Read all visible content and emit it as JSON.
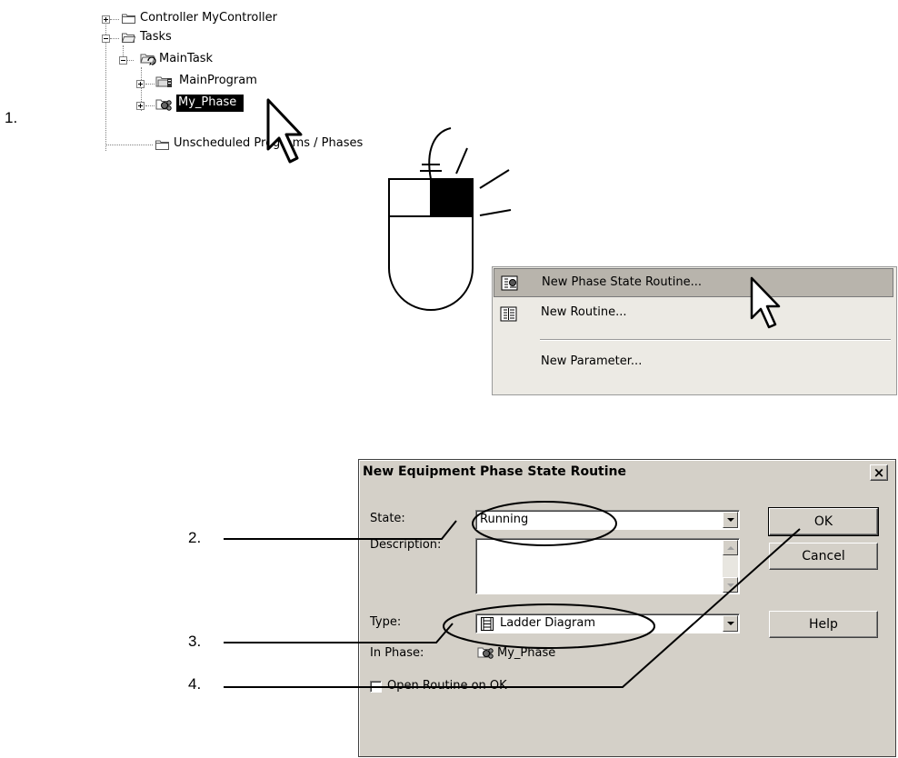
{
  "tree": {
    "items": [
      {
        "label": "Controller MyController"
      },
      {
        "label": "Tasks"
      },
      {
        "label": "MainTask"
      },
      {
        "label": "MainProgram"
      },
      {
        "label": "My_Phase"
      },
      {
        "label": "Unscheduled Programs / Phases"
      }
    ]
  },
  "steps": [
    "1.",
    "2.",
    "3.",
    "4."
  ],
  "context_menu": {
    "items": [
      {
        "label": "New Phase State Routine...",
        "icon": "phase-state-routine-icon",
        "highlighted": true
      },
      {
        "label": "New Routine...",
        "icon": "routine-icon"
      },
      {
        "label": "New Parameter..."
      }
    ]
  },
  "dialog": {
    "title": "New Equipment Phase State Routine",
    "close_symbol": "×",
    "state_label": "State:",
    "state_value": "Running",
    "description_label": "Description:",
    "description_value": "",
    "type_label": "Type:",
    "type_value": "Ladder Diagram",
    "in_phase_label": "In Phase:",
    "in_phase_value": "My_Phase",
    "open_routine_label": "Open Routine on OK",
    "open_routine_checked": false,
    "ok_label": "OK",
    "cancel_label": "Cancel",
    "help_label": "Help"
  },
  "colors": {
    "menu_highlight": "#b8b4ac",
    "dialog_bg": "#d4d0c8"
  }
}
